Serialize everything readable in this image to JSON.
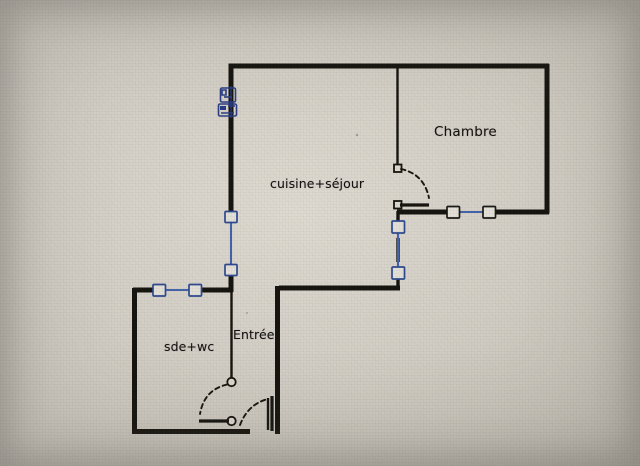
{
  "document": {
    "kind": "floor-plan-photo",
    "medium": "photograph of printed architectural floor plan on textured paper",
    "background_color": "#d2cec5",
    "wall_color": "#17150f",
    "window_color": "#3b5fa8",
    "text_color": "#14120f"
  },
  "rooms": [
    {
      "id": "chambre",
      "label": "Chambre"
    },
    {
      "id": "cuisine",
      "label": "cuisine+séjour"
    },
    {
      "id": "sde_wc",
      "label": "sde+wc"
    },
    {
      "id": "entree",
      "label": "Entrée"
    }
  ],
  "features": {
    "windows": [
      {
        "id": "window-left-wall",
        "orientation": "vertical",
        "wall": "left exterior wall of cuisine+séjour"
      },
      {
        "id": "window-chambre-south",
        "orientation": "horizontal",
        "wall": "south wall of Chambre"
      },
      {
        "id": "window-corridor",
        "orientation": "vertical",
        "wall": "corridor wall below Chambre"
      },
      {
        "id": "window-sde-north",
        "orientation": "horizontal",
        "wall": "north wall of sde+wc"
      }
    ],
    "doors": [
      {
        "id": "door-chambre",
        "swing": "quarter-arc",
        "room": "Chambre"
      },
      {
        "id": "door-sde-wc",
        "swing": "quarter-arc",
        "room": "sde+wc"
      },
      {
        "id": "door-entrance",
        "swing": "quarter-arc",
        "room": "Entrée"
      }
    ],
    "fixtures": [
      {
        "id": "fixture-symbol-blue",
        "description": "small blue annotation symbol on upper left wall"
      }
    ]
  }
}
